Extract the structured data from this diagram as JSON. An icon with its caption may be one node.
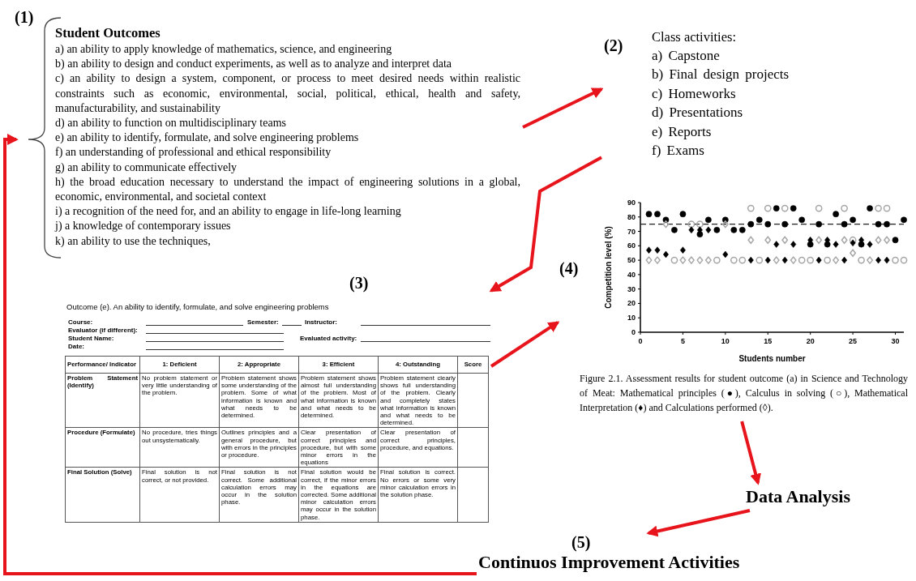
{
  "diagram": {
    "nodes": [
      {
        "text": [
          "(1)",
          "Student Outcomes",
          "a) an ability to apply knowledge of mathematics, science, and engineering",
          "b) an ability to design and conduct experiments, as well as to analyze and interpret data",
          "c) an ability to design a system, component, or process to meet desired needs within realistic constraints such as economic, environmental, social, political, ethical, health and safety, manufacturability, and sustainability",
          "d) an ability to function on multidisciplinary teams",
          "e) an ability to identify, formulate, and solve engineering problems",
          "f) an understanding of professional and ethical responsibility",
          "g) an ability to communicate effectively",
          "h) the broad education necessary to understand the impact of engineering solutions in a global, economic, environmental, and societal context",
          "i) a recognition of the need for, and an ability to engage in life-long learning",
          "j) a knowledge of contemporary issues",
          "k) an ability to use the techniques,"
        ]
      },
      {
        "text": [
          "(2)",
          "Class activities:",
          "a) Capstone",
          "b) Final design projects",
          "c) Homeworks",
          "d) Presentations",
          "e) Reports",
          "f) Exams"
        ]
      },
      {
        "text": [
          "(3)",
          "Outcome (e). An ability to identify, formulate, and solve engineering problems",
          "Course:",
          "Semester:",
          "Instructor:",
          "Evaluator (if different):",
          "Student Name:",
          "Evaluated activity:",
          "Date:",
          "Performance/ Indicator",
          "1: Deficient",
          "2: Appropriate",
          "3: Efficient",
          "4: Outstanding",
          "Score",
          "Problem Statement (Identify)",
          "No problem statement or very little understanding of the problem.",
          "Problem statement shows some understanding of the problem. Some of what information is known and what needs to be determined.",
          "Problem statement shows almost full understanding of the problem. Most of what information is known and what needs to be determined.",
          "Problem statement clearly shows full understanding of the problem. Clearly and completely states what information is known and what needs to be determined.",
          "Procedure (Formulate)",
          "No procedure, tries things out unsystematically.",
          "Outlines principles and a general procedure, but with errors in the principles or procedure.",
          "Clear presentation of correct principles and procedure, but with some minor errors in the equations",
          "Clear presentation of correct principles, procedure, and equations.",
          "Final Solution (Solve)",
          "Final solution is not correct, or not provided.",
          "Final solution is not correct. Some additional calculation errors may occur in the solution phase.",
          "Final solution would be correct, if the minor errors in the equations are corrected. Some additional minor calculation errors may occur in the solution phase.",
          "Final solution is correct. No errors or some very minor calculation errors in the solution phase."
        ]
      },
      {
        "text": [
          "(4)",
          "Figure 2.1. Assessment results for student outcome (a) in Science and Technology of Meat: Mathematical principles (●), Calculus in solving (○), Mathematical Interpretation (♦) and Calculations performed (◊)."
        ]
      },
      {
        "text": [
          "Data Analysis"
        ]
      },
      {
        "text": [
          "(5)",
          "Continuos Improvement Activities"
        ]
      }
    ],
    "edges": [
      {
        "from": 0,
        "to": 1,
        "arrow": "to"
      },
      {
        "from": 1,
        "to": 2,
        "arrow": "to"
      },
      {
        "from": 2,
        "to": 3,
        "arrow": "to"
      },
      {
        "from": 3,
        "to": 4,
        "arrow": "to"
      },
      {
        "from": 4,
        "to": 5,
        "arrow": "to"
      },
      {
        "from": 5,
        "to": 0,
        "arrow": "to"
      }
    ],
    "chart_data": {
      "type": "scatter",
      "xlabel": "Students number",
      "ylabel": "Competition level (%)",
      "x": [
        1,
        2,
        3,
        4,
        5,
        6,
        7,
        8,
        9,
        10,
        11,
        12,
        13,
        14,
        15,
        16,
        17,
        18,
        19,
        20,
        21,
        22,
        23,
        24,
        25,
        26,
        27,
        28,
        29,
        30,
        31
      ],
      "xlim": [
        0,
        31
      ],
      "ylim": [
        0,
        90
      ],
      "xticks": [
        0,
        5,
        10,
        15,
        20,
        25,
        30
      ],
      "yticks": [
        0,
        10,
        20,
        30,
        40,
        50,
        60,
        70,
        80,
        90
      ],
      "series": [
        {
          "color": "#000000",
          "values": [
            82,
            82,
            78,
            71,
            82,
            null,
            68,
            78,
            71,
            78,
            71,
            71,
            75,
            78,
            75,
            86,
            75,
            86,
            78,
            61,
            75,
            61,
            82,
            75,
            78,
            61,
            86,
            75,
            75,
            64,
            78
          ]
        },
        {
          "color": "#a6a6a6",
          "values": [
            null,
            null,
            null,
            50,
            null,
            75,
            75,
            null,
            50,
            null,
            50,
            50,
            86,
            50,
            86,
            null,
            86,
            null,
            50,
            50,
            86,
            50,
            null,
            86,
            64,
            50,
            null,
            86,
            86,
            50,
            50
          ]
        },
        {
          "color": "#000000",
          "values": [
            57,
            57,
            54,
            null,
            57,
            71,
            71,
            71,
            null,
            54,
            null,
            null,
            50,
            null,
            50,
            61,
            50,
            61,
            null,
            64,
            50,
            64,
            61,
            50,
            62,
            64,
            61,
            50,
            50,
            null,
            null
          ]
        },
        {
          "color": "#a6a6a6",
          "values": [
            50,
            50,
            75,
            null,
            50,
            50,
            50,
            50,
            null,
            75,
            null,
            null,
            64,
            null,
            64,
            50,
            64,
            50,
            null,
            null,
            64,
            null,
            50,
            64,
            55,
            null,
            50,
            64,
            64,
            null,
            null
          ]
        }
      ],
      "ref_lines": [
        {
          "axis": "y",
          "value": 75
        }
      ]
    }
  }
}
